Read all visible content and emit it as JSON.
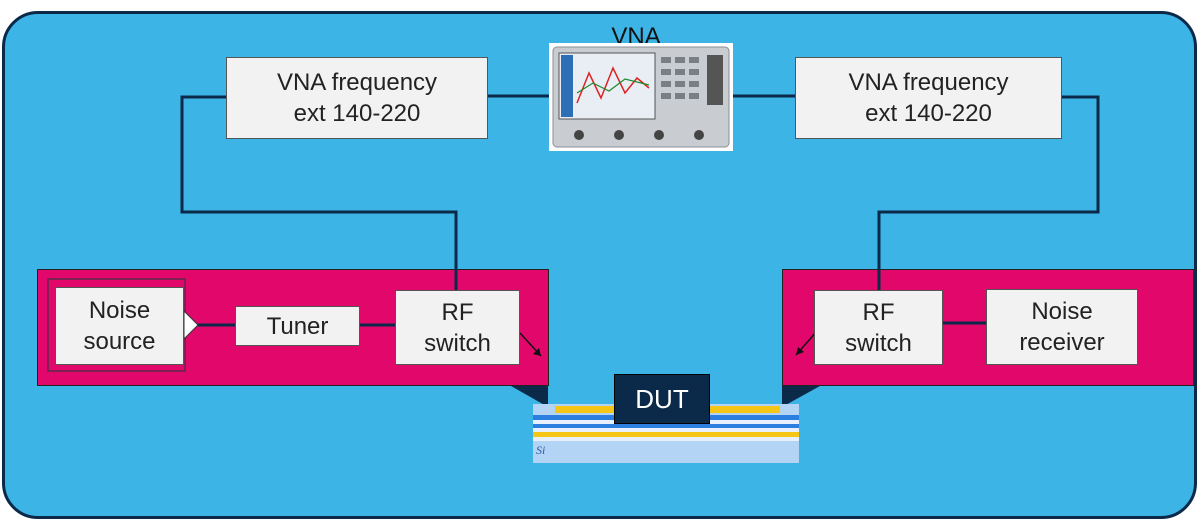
{
  "vna": {
    "label": "VNA"
  },
  "left_ext": {
    "text": "VNA frequency\next 140-220"
  },
  "right_ext": {
    "text": "VNA frequency\next 140-220"
  },
  "left_chain": {
    "noise_source": "Noise\nsource",
    "tuner": "Tuner",
    "rf_switch": "RF\nswitch"
  },
  "right_chain": {
    "rf_switch": "RF\nswitch",
    "noise_receiver": "Noise\nreceiver"
  },
  "dut": {
    "label": "DUT"
  },
  "substrate": {
    "label": "Si"
  },
  "colors": {
    "background": "#3cb4e5",
    "frame_border": "#0b2a4a",
    "probe_station": "#e2076a",
    "dut": "#0b2a4a",
    "metal_layer": "#f5c518",
    "wire": "#0b2a4a"
  }
}
